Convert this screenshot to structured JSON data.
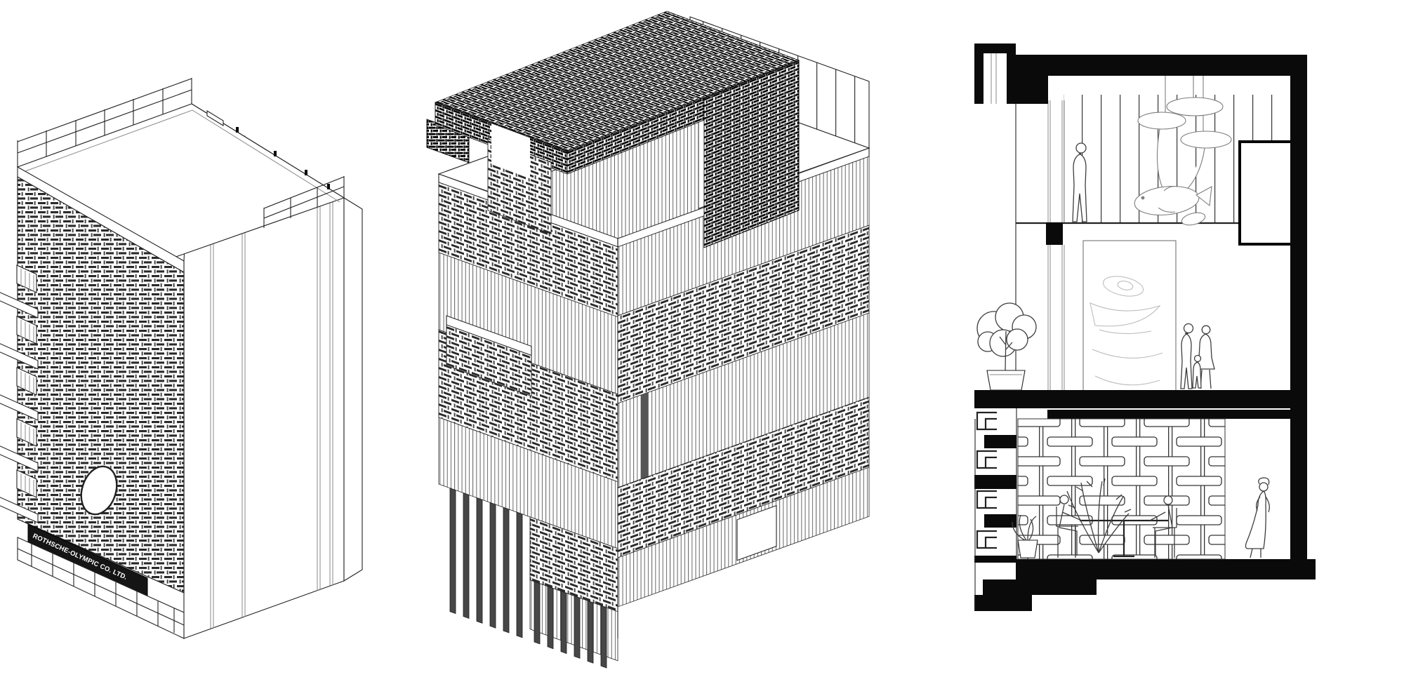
{
  "page": {
    "background_color": "#ffffff",
    "description": "Black-and-white architectural presentation sheet with three line drawings: an axonometric of the existing building with woven-block facade, an exploded axonometric of the new interlocking lattice building, and a two-storey cross-section with people, tree and hanging fish artwork"
  },
  "panels": {
    "left": {
      "label": "axonometric-existing-building",
      "sign_text": "ROTHSCHE-OLYMPIC CO. LTD."
    },
    "middle": {
      "label": "axonometric-exploded-lattice-building"
    },
    "right": {
      "label": "cross-section-two-storeys"
    }
  },
  "colors": {
    "ink": "#222222",
    "poche": "#0a0a0a",
    "paper": "#ffffff",
    "column_gray": "#474747",
    "recess_gray": "#555555",
    "light_line": "#8a8a8a"
  }
}
